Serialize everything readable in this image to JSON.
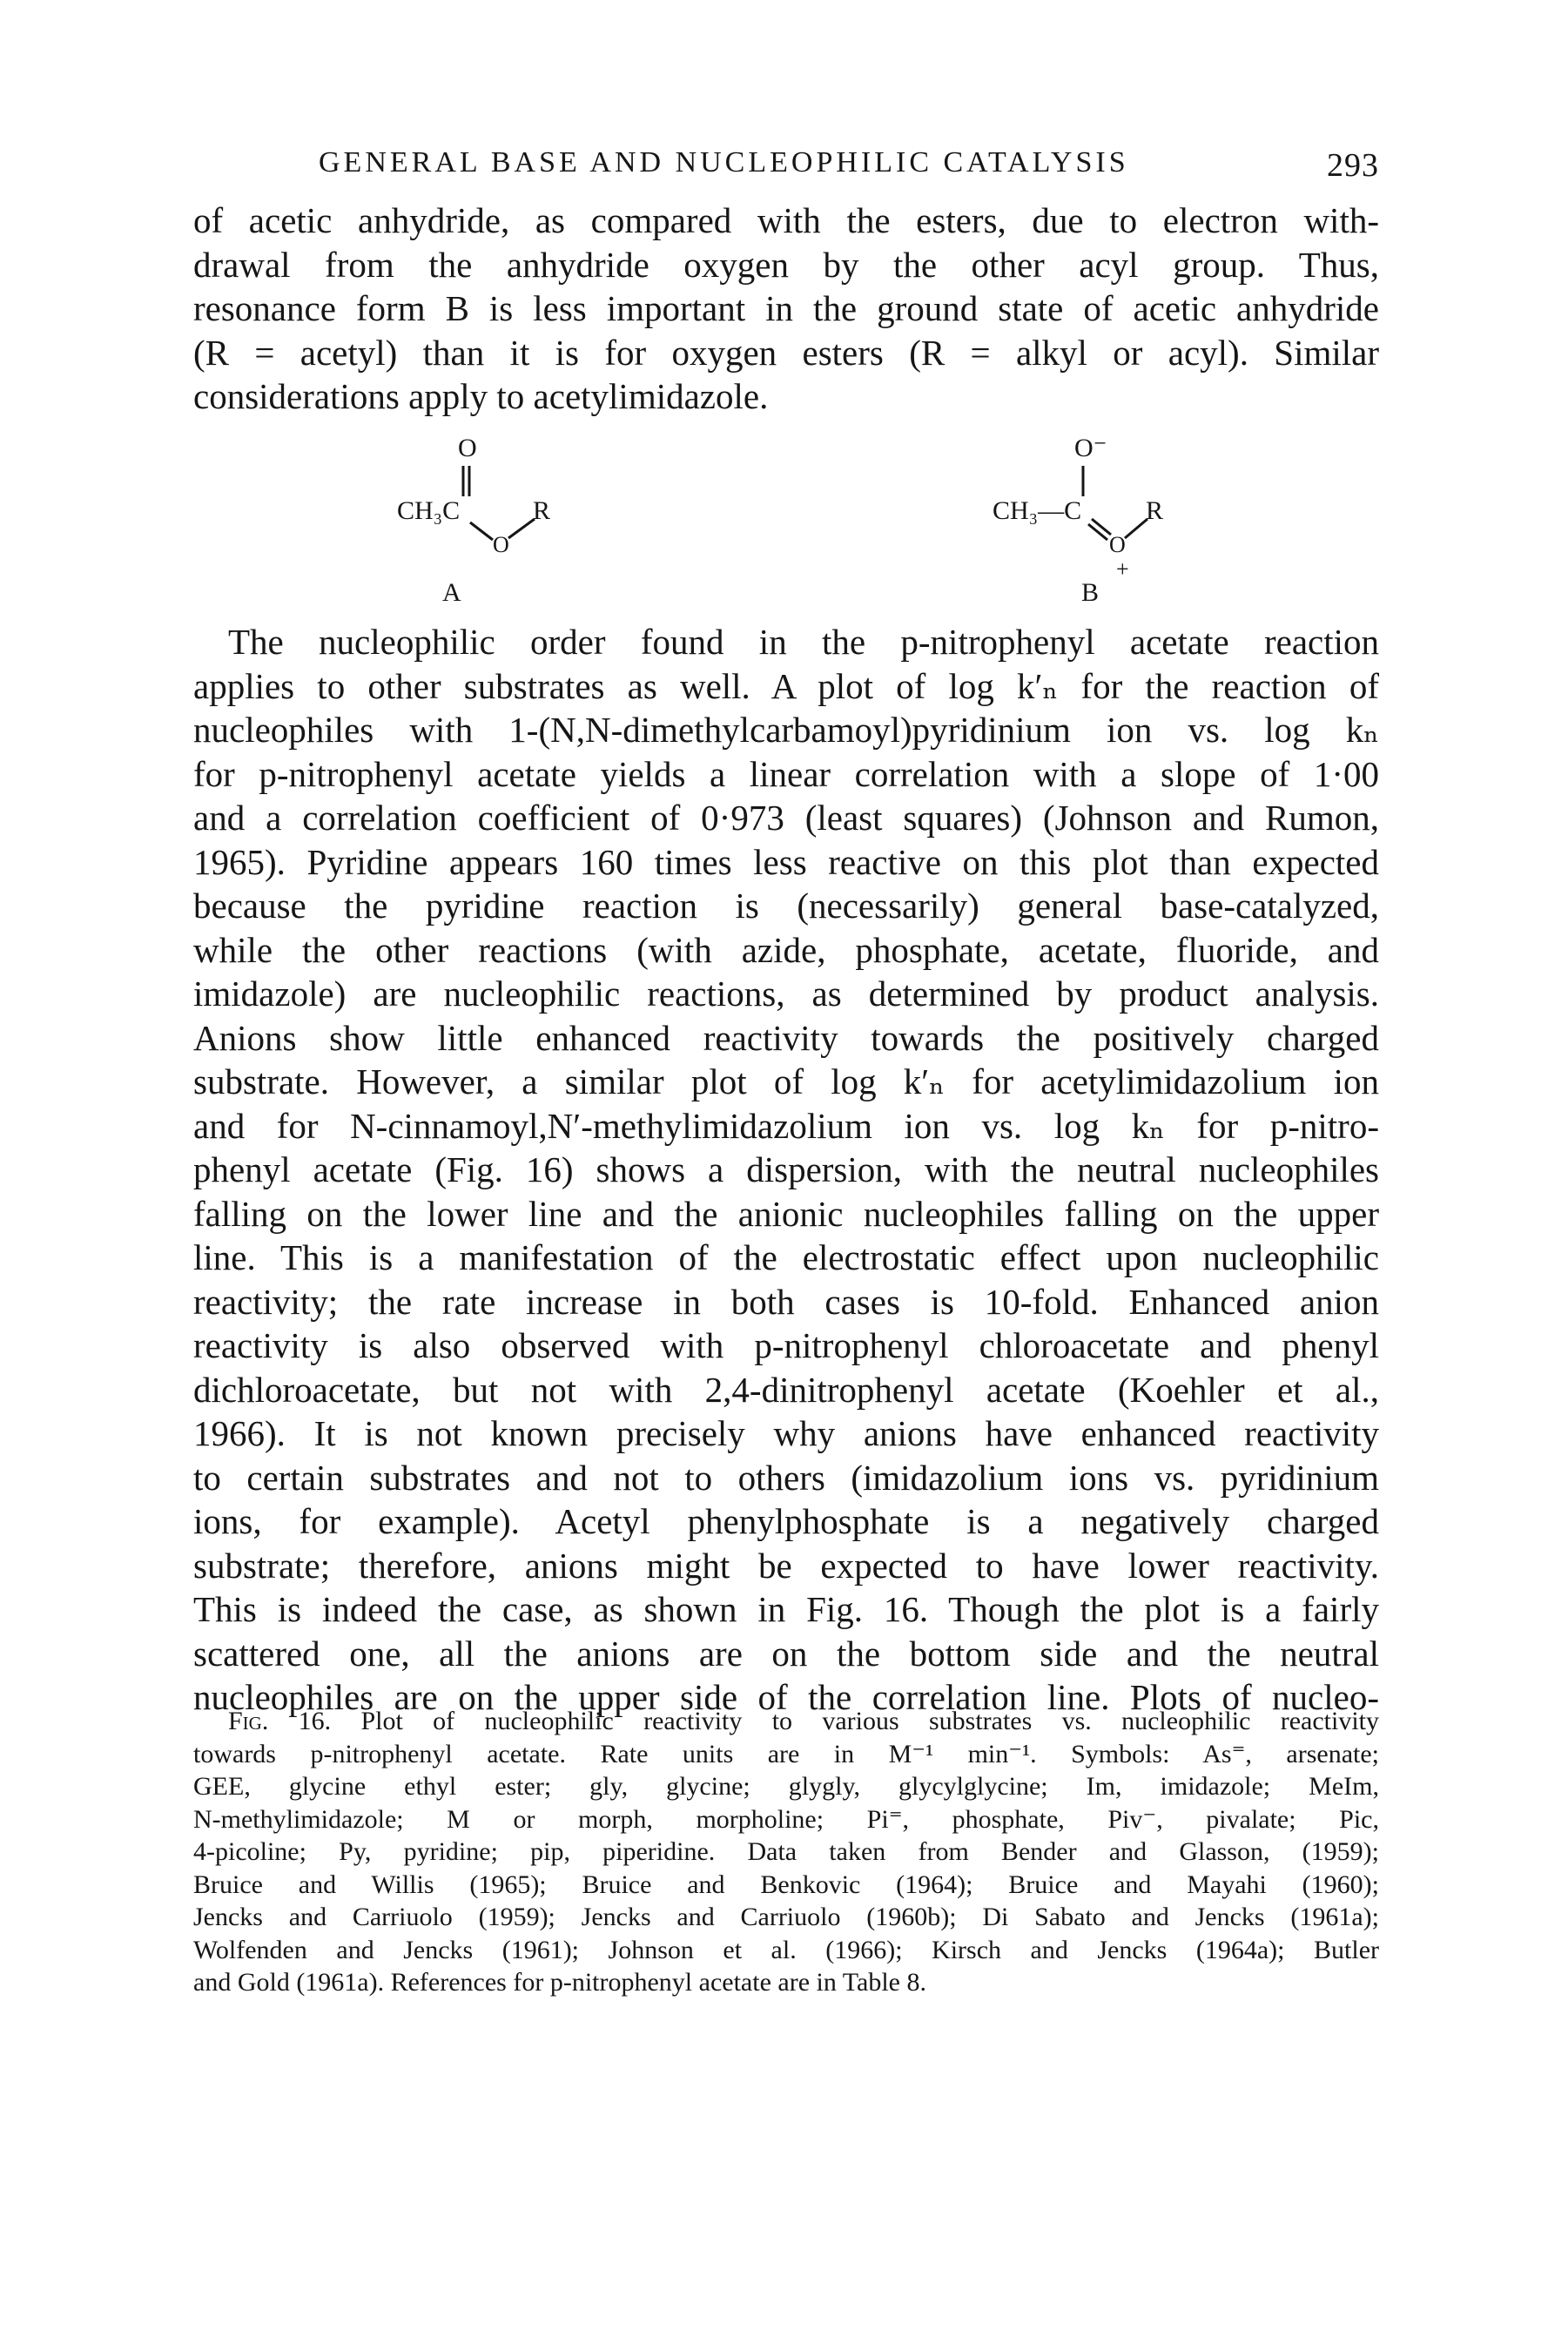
{
  "header": {
    "running_title": "GENERAL BASE AND NUCLEOPHILIC CATALYSIS",
    "page_number": "293"
  },
  "paragraph1": [
    "of acetic anhydride, as compared with the esters, due to electron with-",
    "drawal from the anhydride oxygen by the other acyl group. Thus,",
    "resonance form B is less important in the ground state of acetic anhydride",
    "(R = acetyl) than it is for oxygen esters (R = alkyl or acyl). Similar",
    "considerations apply to acetylimidazole."
  ],
  "structures": {
    "A": {
      "label": "A",
      "top_atom": "O",
      "carbon": "CH₃C",
      "ring_atom": "O",
      "substituent": "R"
    },
    "B": {
      "label": "B",
      "top_atom": "O⁻",
      "carbon": "CH₃—C",
      "ring_atom": "O",
      "charge": "+",
      "substituent": "R"
    }
  },
  "paragraph2": [
    "The nucleophilic order found in the p-nitrophenyl acetate reaction",
    "applies to other substrates as well. A plot of log k′ₙ for the reaction of",
    "nucleophiles with 1-(N,N-dimethylcarbamoyl)pyridinium ion vs. log kₙ",
    "for p-nitrophenyl acetate yields a linear correlation with a slope of 1·00",
    "and a correlation coefficient of 0·973 (least squares) (Johnson and Rumon,",
    "1965). Pyridine appears 160 times less reactive on this plot than expected",
    "because the pyridine reaction is (necessarily) general base-catalyzed,",
    "while the other reactions (with azide, phosphate, acetate, fluoride, and",
    "imidazole) are nucleophilic reactions, as determined by product analysis.",
    "Anions show little enhanced reactivity towards the positively charged",
    "substrate. However, a similar plot of log k′ₙ for acetylimidazolium ion",
    "and for N-cinnamoyl,N′-methylimidazolium ion vs. log kₙ for p-nitro-",
    "phenyl acetate (Fig. 16) shows a dispersion, with the neutral nucleophiles",
    "falling on the lower line and the anionic nucleophiles falling on the upper",
    "line. This is a manifestation of the electrostatic effect upon nucleophilic",
    "reactivity; the rate increase in both cases is 10-fold. Enhanced anion",
    "reactivity is also observed with p-nitrophenyl chloroacetate and phenyl",
    "dichloroacetate, but not with 2,4-dinitrophenyl acetate (Koehler et al.,",
    "1966). It is not known precisely why anions have enhanced reactivity",
    "to certain substrates and not to others (imidazolium ions vs. pyridinium",
    "ions, for example). Acetyl phenylphosphate is a negatively charged",
    "substrate; therefore, anions might be expected to have lower reactivity.",
    "This is indeed the case, as shown in Fig. 16. Though the plot is a fairly",
    "scattered one, all the anions are on the bottom side and the neutral",
    "nucleophiles are on the upper side of the correlation line. Plots of nucleo-"
  ],
  "caption": {
    "label": "Fig. 16.",
    "lines": [
      "Plot of nucleophilic reactivity to various substrates vs. nucleophilic reactivity",
      "towards p-nitrophenyl acetate. Rate units are in M⁻¹ min⁻¹. Symbols: As⁼, arsenate;",
      "GEE, glycine ethyl ester; gly, glycine; glygly, glycylglycine; Im, imidazole; MeIm,",
      "N-methylimidazole; M or morph, morpholine; Pi⁼, phosphate, Piv⁻, pivalate; Pic,",
      "4-picoline; Py, pyridine; pip, piperidine. Data taken from Bender and Glasson, (1959);",
      "Bruice and Willis (1965); Bruice and Benkovic (1964); Bruice and Mayahi (1960);",
      "Jencks and Carriuolo (1959); Jencks and Carriuolo (1960b); Di Sabato and Jencks (1961a);",
      "Wolfenden and Jencks (1961); Johnson et al. (1966); Kirsch and Jencks (1964a); Butler",
      "and Gold (1961a). References for p-nitrophenyl acetate are in Table 8."
    ]
  }
}
